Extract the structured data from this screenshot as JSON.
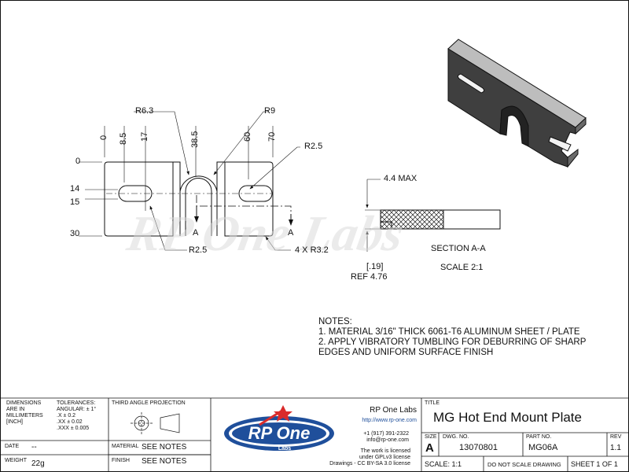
{
  "drawing": {
    "dims_top": [
      "0",
      "8.5",
      "17",
      "38.5",
      "60",
      "70"
    ],
    "dims_left": [
      "0",
      "14",
      "15",
      "30"
    ],
    "radius_callouts": [
      "R6.3",
      "R9",
      "R2.5",
      "R2.5",
      "4 X R3.2"
    ],
    "section_marks": [
      "A",
      "A"
    ],
    "section": {
      "thickness": "4.4 MAX",
      "ref_inch": "[.19]",
      "ref_mm": "REF 4.76",
      "title": "SECTION A-A",
      "scale": "SCALE 2:1"
    },
    "watermark": "RP One Labs"
  },
  "notes": {
    "heading": "NOTES:",
    "lines": [
      "1. MATERIAL 3/16\" THICK 6061-T6 ALUMINUM SHEET / PLATE",
      "2. APPLY VIBRATORY TUMBLING FOR DEBURRING OF SHARP",
      "EDGES AND UNIFORM SURFACE FINISH"
    ]
  },
  "title_block": {
    "dimensions_label": [
      "DIMENSIONS",
      "ARE IN",
      "MILLIMETERS",
      "[INCH]"
    ],
    "tolerances": [
      "TOLERANCES:",
      "ANGULAR: ± 1°",
      ".X     ± 0.2",
      ".XX   ± 0.02",
      ".XXX ± 0.005"
    ],
    "projection_label": "THIRD ANGLE PROJECTION",
    "date_label": "DATE",
    "date_value": "--",
    "weight_label": "WEIGHT",
    "weight_value": "22g",
    "material_label": "MATERIAL",
    "material_value": "SEE NOTES",
    "finish_label": "FINISH",
    "finish_value": "SEE NOTES",
    "company": "RP One Labs",
    "url": "http://www.rp-one.com",
    "phone": "+1 (917) 391-2322",
    "email": "info@rp-one.com",
    "license": [
      "The work is licensed",
      "under GPLv3 license",
      "Drawings - CC BY-SA 3.0 license"
    ],
    "logo_text": "RP One",
    "logo_sub": "Labs",
    "title_label": "TITLE",
    "title": "MG Hot End Mount Plate",
    "size_label": "SIZE",
    "size": "A",
    "dwg_label": "DWG.  NO.",
    "dwg_no": "13070801",
    "part_label": "PART NO.",
    "part_no": "MG06A",
    "rev_label": "REV",
    "rev": "1.1",
    "scale": "SCALE: 1:1",
    "do_not_scale": "DO NOT SCALE DRAWING",
    "sheet": "SHEET 1 OF 1"
  },
  "colors": {
    "ink": "#111111",
    "plate_dark": "#3a3a3a",
    "plate_light": "#9a9a9a",
    "logo_blue": "#1f4f9b",
    "logo_red": "#d92b2b"
  }
}
